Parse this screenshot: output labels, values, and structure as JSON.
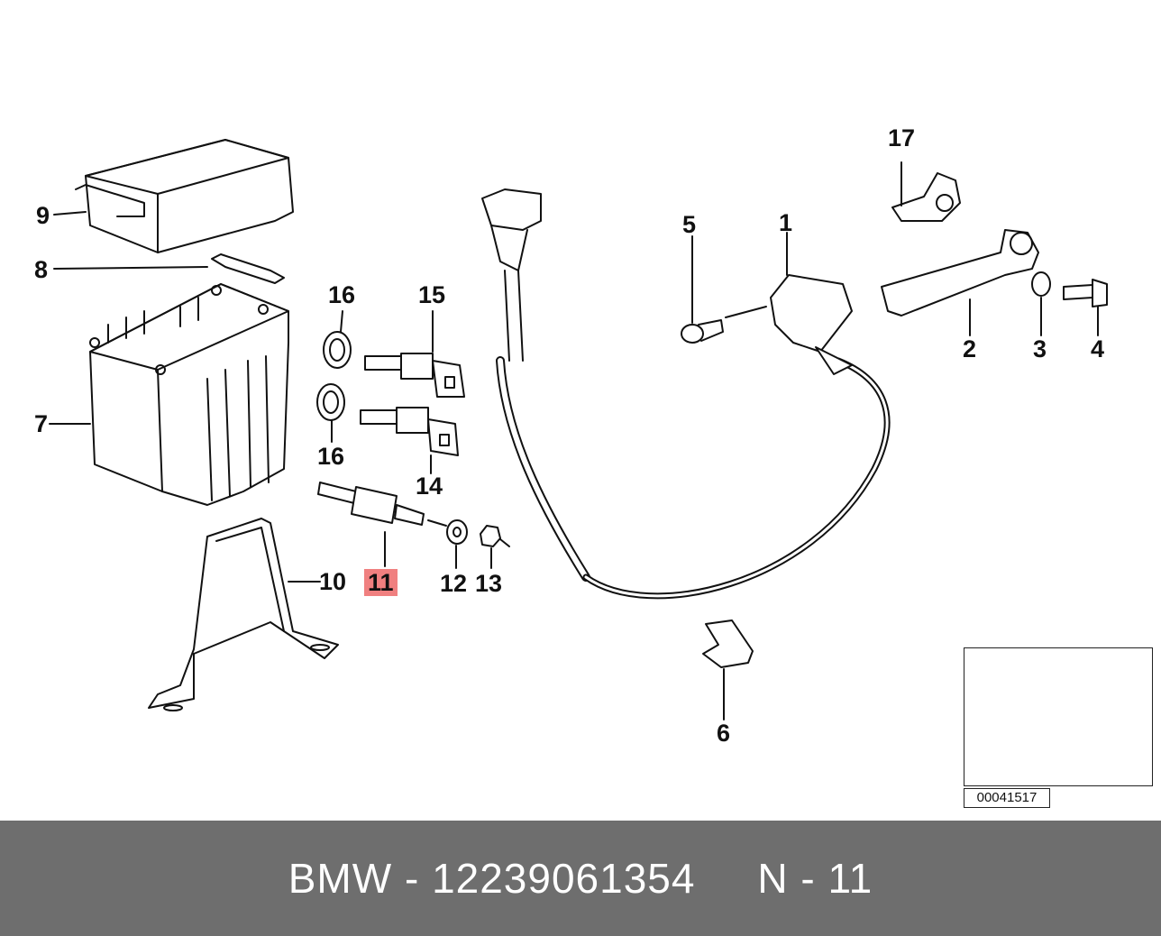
{
  "callouts": {
    "c1": "1",
    "c2": "2",
    "c3": "3",
    "c4": "4",
    "c5": "5",
    "c6": "6",
    "c7": "7",
    "c8": "8",
    "c9": "9",
    "c10": "10",
    "c11": "11",
    "c12": "12",
    "c13": "13",
    "c14": "14",
    "c15": "15",
    "c16a": "16",
    "c16b": "16",
    "c17": "17"
  },
  "highlighted_part": "11",
  "highlight_color": "#f08080",
  "thumbnail": {
    "code": "00041517",
    "icon": "car-sedan-icon"
  },
  "footer": {
    "brand": "BMW",
    "separator1": " - ",
    "part_number": "12239061354",
    "gap": "     ",
    "position_label": "N - 11"
  },
  "colors": {
    "footer_bg": "#6e6e6e",
    "footer_text": "#ffffff",
    "line": "#111111"
  }
}
